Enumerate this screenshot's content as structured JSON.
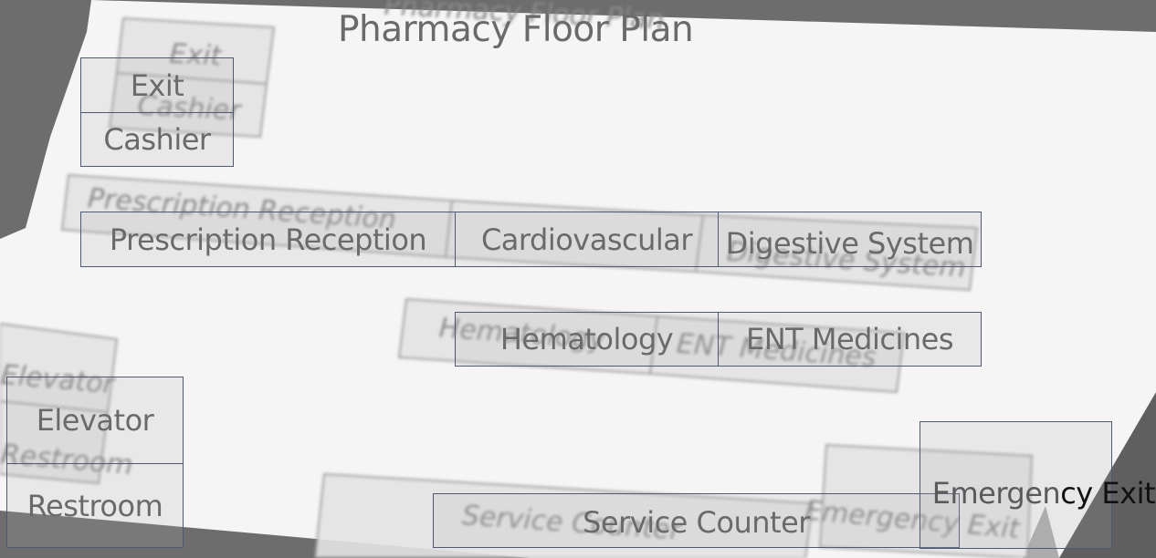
{
  "plan": {
    "title": "Pharmacy Floor Plan",
    "rooms": {
      "exit": "Exit",
      "cashier": "Cashier",
      "prescription_reception": "Prescription Reception",
      "cardiovascular": "Cardiovascular",
      "digestive_system": "Digestive System",
      "hematology": "Hematology",
      "ent_medicines": "ENT Medicines",
      "elevator": "Elevator",
      "restroom": "Restroom",
      "service_counter": "Service Counter",
      "emergency_exit_light": "Emergency Ex",
      "emergency_exit_dark": "cy Exit",
      "emergency_exit_prefix": "Emergen"
    }
  },
  "colors": {
    "outer_background": "#6d6d6d",
    "paper": "#f6f6f6",
    "box_border": "#4f5a72",
    "label_text": "#6a6a6a"
  }
}
